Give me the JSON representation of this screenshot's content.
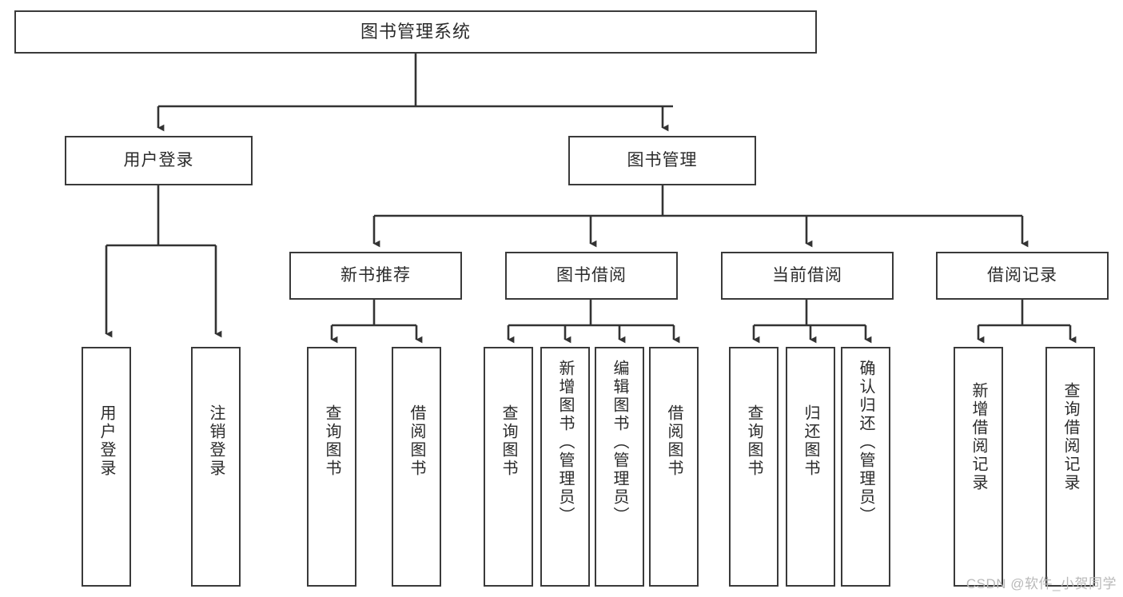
{
  "diagram": {
    "title": "图书管理系统",
    "type": "tree-hierarchy-chart",
    "colors": {
      "node_border": "#3a3a3a",
      "node_fill": "#ffffff",
      "edge": "#333333",
      "text": "#2b2b2b",
      "watermark": "#b9b9b9",
      "background": "#ffffff"
    }
  },
  "watermark": {
    "text": "CSDN @软件_小贺同学"
  },
  "nodes": {
    "root": {
      "label": "图书管理系统"
    },
    "level2": [
      {
        "label": "用户登录"
      },
      {
        "label": "图书管理"
      }
    ],
    "level3": [
      {
        "label": "新书推荐"
      },
      {
        "label": "图书借阅"
      },
      {
        "label": "当前借阅"
      },
      {
        "label": "借阅记录"
      }
    ],
    "leaves": {
      "user_login": [
        {
          "label": "用户登录"
        },
        {
          "label": "注销登录"
        }
      ],
      "new_book_recommend": [
        {
          "label": "查询图书"
        },
        {
          "label": "借阅图书"
        }
      ],
      "book_borrow": [
        {
          "label": "查询图书"
        },
        {
          "label": "新增图书（管理员）"
        },
        {
          "label": "编辑图书（管理员）"
        },
        {
          "label": "借阅图书"
        }
      ],
      "current_borrow": [
        {
          "label": "查询图书"
        },
        {
          "label": "归还图书"
        },
        {
          "label": "确认归还（管理员）"
        }
      ],
      "borrow_record": [
        {
          "label": "新增借阅记录"
        },
        {
          "label": "查询借阅记录"
        }
      ]
    }
  }
}
